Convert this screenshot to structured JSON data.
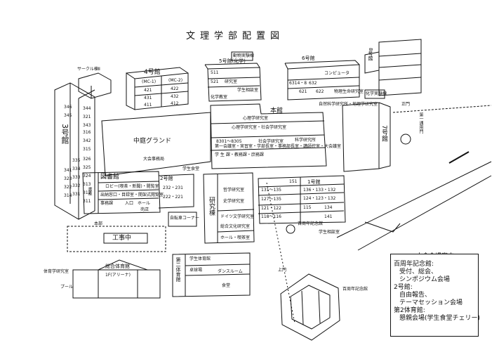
{
  "title": "文理学部配置図",
  "buildings": {
    "b3": "3号館",
    "b4": "4号館",
    "b5": "5号館(化学)",
    "b6": "6号館",
    "b8": "8号館",
    "b7": "7号館",
    "b2": "2号館",
    "b1": "1号館",
    "main": "本館",
    "library": "図書館",
    "research": "研究棟",
    "gym2": "第二体育館",
    "gym_total": "総合体育館",
    "gym_total_sub": "1F(アリーナ)",
    "centennial": "百周年記念館",
    "circle": "サークル棟Ⅱ",
    "animal": "動物実験棟",
    "chem_exp": "化学実験棟",
    "ground": "中庭グランド",
    "construction": "工事中",
    "bicycle": "自転車コーナー"
  },
  "rooms": {
    "b4": [
      "(MC-1)",
      "(MC-2)",
      "421",
      "422",
      "431",
      "432",
      "411",
      "412"
    ],
    "b3": [
      "346",
      "345",
      "344",
      "343",
      "342",
      "341",
      "335",
      "334",
      "333",
      "332",
      "331",
      "326",
      "325",
      "324",
      "323",
      "322",
      "321",
      "316",
      "315",
      "314",
      "313",
      "312",
      "311"
    ],
    "b2": [
      "232・231",
      "222・221",
      "ロビー(喫茶・新聞)・閲覧室",
      "出納窓口・目録室・開架式閲覧室",
      "事務課",
      "入口",
      "ホール",
      "売店",
      "書庫"
    ],
    "b1": [
      "131～135",
      "127～135",
      "121・122",
      "118～116",
      "136・133・132",
      "124・123・132",
      "115",
      "134",
      "151",
      "141"
    ],
    "main": [
      "心理学研究室・社会学研究室",
      "心理学研究室",
      "8301～8305",
      "社会学研究室",
      "科学研究所",
      "第一会議室・実習室・学部長室・事務部長室・講師控室・大会議室",
      "学 生 課・教務課・庶務課"
    ],
    "b5": [
      "511",
      "521",
      "研究室",
      "学生相談室",
      "化学教室"
    ],
    "b6": [
      "6314・8",
      "632",
      "621",
      "622",
      "コンピュータ",
      "物理生命研究室"
    ],
    "research": [
      "哲学研究室",
      "史学研究室",
      "ドイツ文学研究室",
      "総合文化研究室",
      "ホール・喫茶室"
    ]
  },
  "annotations": {
    "a1": "自然科学研究所・地理学研究室",
    "a2": "正門",
    "a3": "第一通用門",
    "a4": "上門",
    "a5": "本部",
    "a6": "学生相談室",
    "a7": "大会事務局",
    "a8": "学生食堂",
    "a9": "体育学研究室",
    "a10": "プール",
    "a11": "ダンスルーム",
    "a12": "食堂",
    "a13": "卓球場",
    "a14": "学生体育館",
    "a15": "百周年記念館"
  },
  "legend": {
    "title": "大会会場案内",
    "lines": [
      "百周年記念館:",
      "受付、総会、",
      "シンポジウム会場",
      "2号館:",
      "自由報告、",
      "テーマセッション会場",
      "第2体育館:",
      "懇親会場(学生食堂チェリー)"
    ]
  }
}
